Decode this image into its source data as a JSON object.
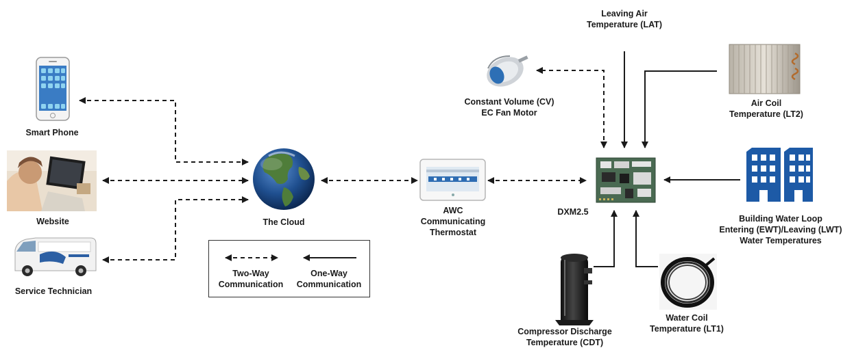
{
  "nodes": {
    "smart_phone": {
      "label": "Smart Phone",
      "icon": "smartphone-icon"
    },
    "website": {
      "label": "Website",
      "icon": "computer-user-photo"
    },
    "service_technician": {
      "label": "Service Technician",
      "icon": "service-van-icon"
    },
    "cloud": {
      "label": "The Cloud",
      "icon": "globe-icon"
    },
    "thermostat": {
      "lines": [
        "AWC",
        "Communicating",
        "Thermostat"
      ],
      "icon": "thermostat-icon"
    },
    "fan_motor": {
      "lines": [
        "Constant Volume (CV)",
        "EC Fan Motor"
      ],
      "icon": "fan-motor-icon"
    },
    "lat": {
      "lines": [
        "Leaving Air",
        "Temperature (LAT)"
      ]
    },
    "air_coil": {
      "lines": [
        "Air Coil",
        "Temperature (LT2)"
      ],
      "icon": "air-coil-icon"
    },
    "dxm": {
      "label": "DXM2.5",
      "icon": "circuit-board-icon"
    },
    "building_loop": {
      "lines": [
        "Building Water Loop",
        "Entering (EWT)/Leaving (LWT)",
        "Water Temperatures"
      ],
      "icon": "building-icon"
    },
    "compressor": {
      "lines": [
        "Compressor Discharge",
        "Temperature (CDT)"
      ],
      "icon": "compressor-icon"
    },
    "water_coil": {
      "lines": [
        "Water Coil",
        "Temperature (LT1)"
      ],
      "icon": "water-coil-icon"
    }
  },
  "legend": {
    "two_way": [
      "Two-Way",
      "Communication"
    ],
    "one_way": [
      "One-Way",
      "Communication"
    ]
  },
  "colors": {
    "line": "#1a1a1a",
    "building_blue": "#1d5aa6",
    "globe_ocean": "#1f4f8f",
    "globe_land": "#4f7d3a"
  }
}
